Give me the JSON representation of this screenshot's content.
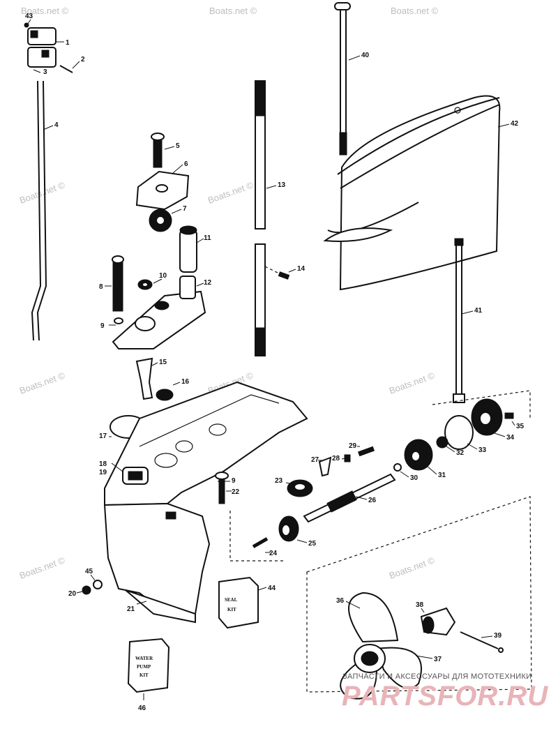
{
  "watermark": "Boats.net ©",
  "part_numbers": [
    "1",
    "2",
    "3",
    "4",
    "5",
    "6",
    "7",
    "8",
    "9",
    "9",
    "10",
    "11",
    "12",
    "13",
    "14",
    "15",
    "16",
    "17",
    "18",
    "19",
    "20",
    "21",
    "22",
    "23",
    "24",
    "25",
    "26",
    "27",
    "28",
    "29",
    "30",
    "31",
    "32",
    "33",
    "34",
    "35",
    "36",
    "37",
    "38",
    "39",
    "40",
    "41",
    "42",
    "43",
    "44",
    "45",
    "46"
  ],
  "kits": {
    "seal": [
      "SEAL",
      "KIT"
    ],
    "water_pump": [
      "WATER",
      "PUMP",
      "KIT"
    ]
  },
  "brand": {
    "subtitle": "ЗАПЧАСТИ И АКСЕССУАРЫ ДЛЯ МОТОТЕХНИКИ",
    "name": "PARTSFOR.RU"
  },
  "colors": {
    "ink": "#111111",
    "watermark": "#bdbdbd",
    "brand": "#e8b4b8"
  }
}
